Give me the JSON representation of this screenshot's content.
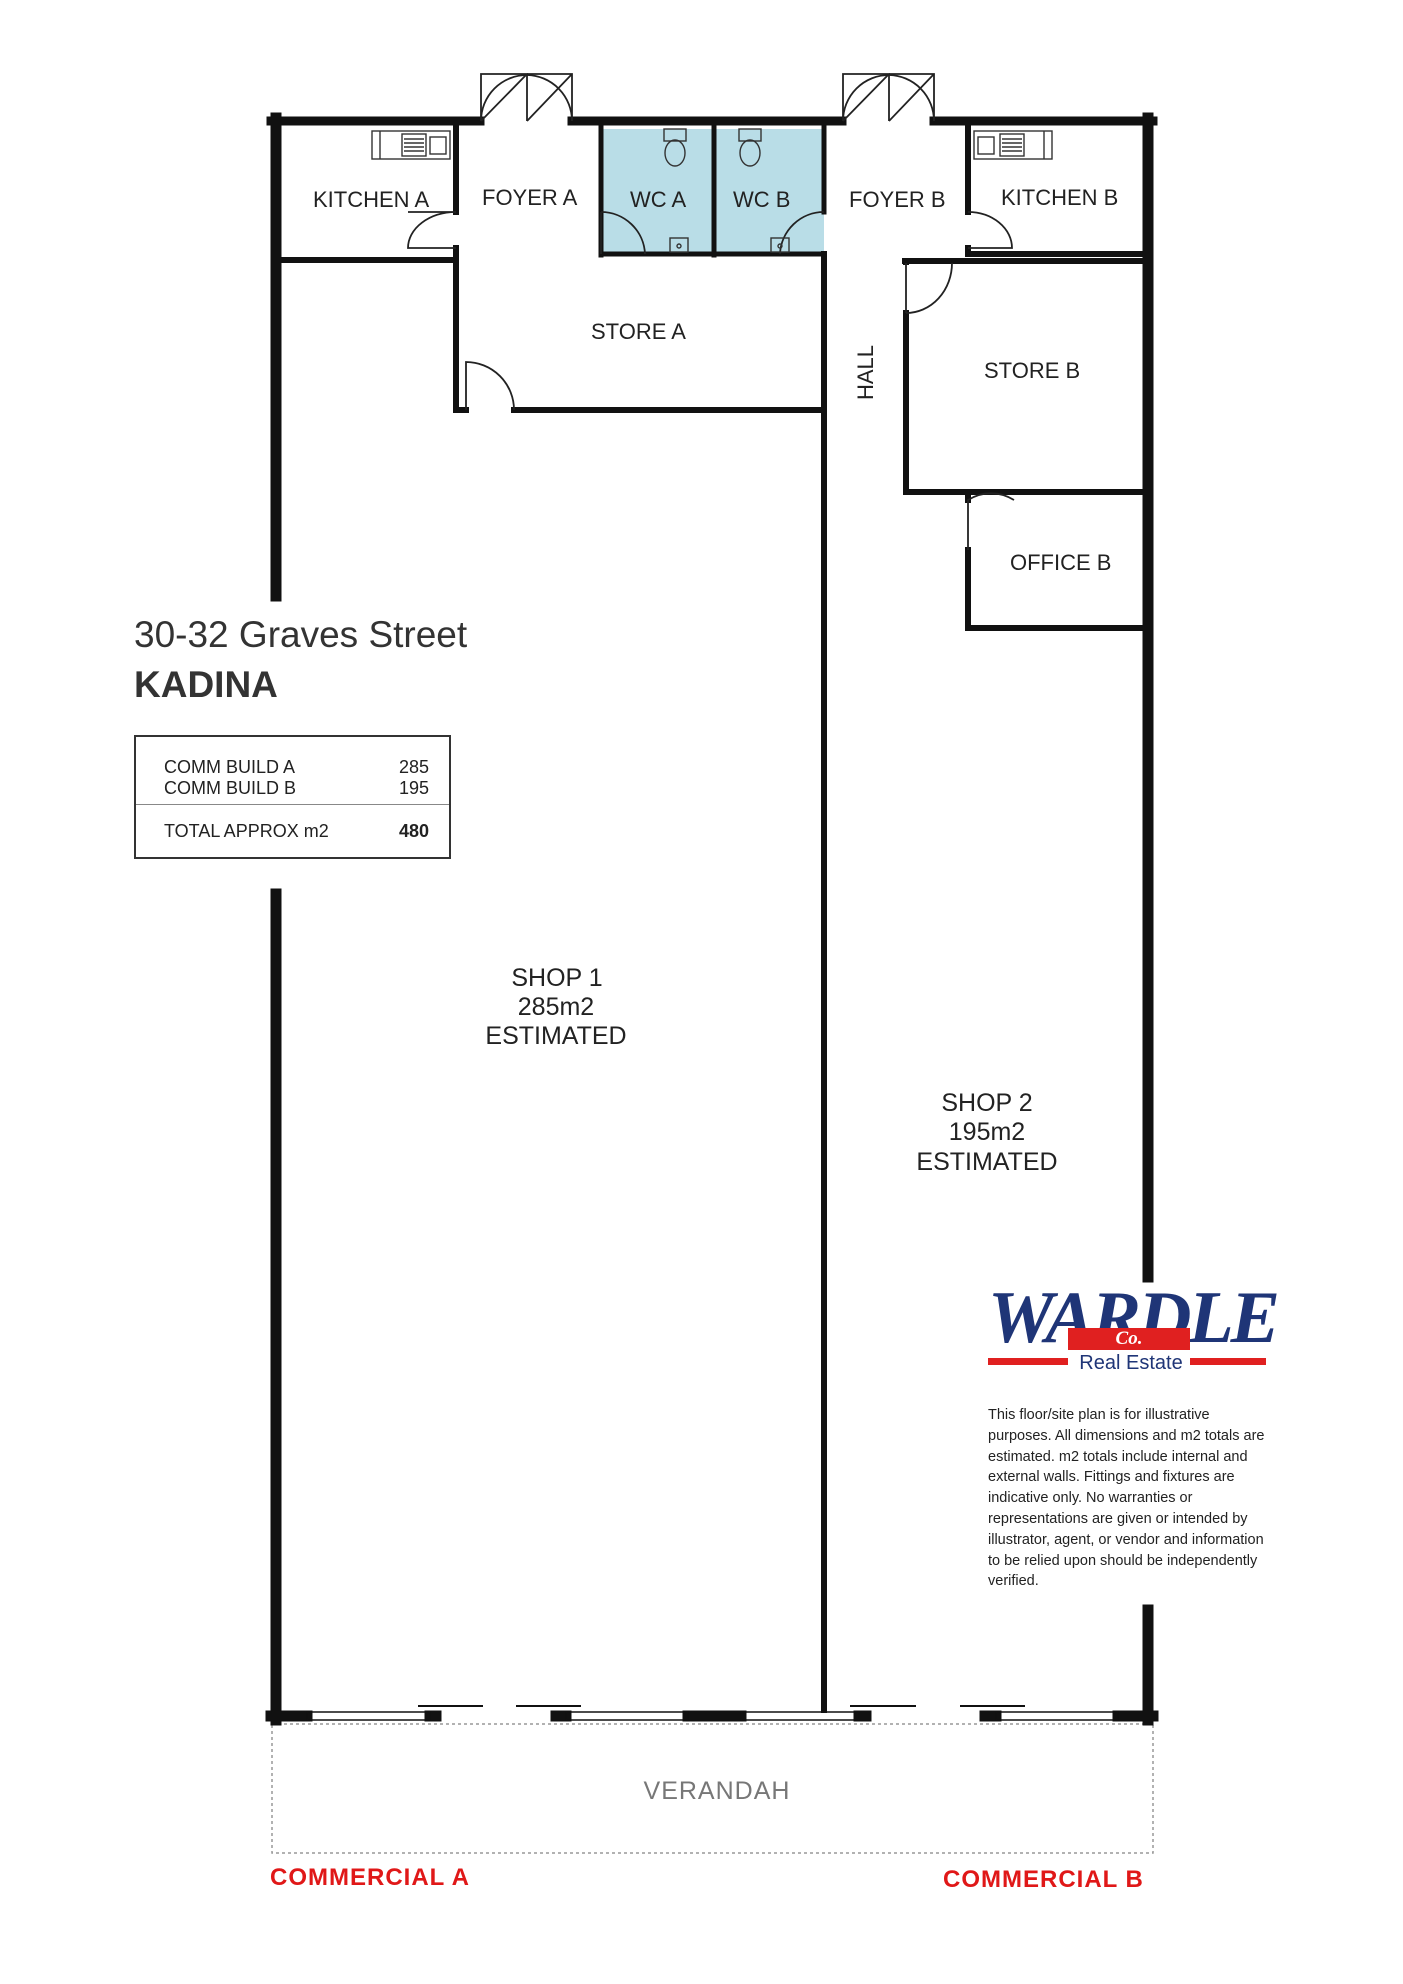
{
  "address": "30-32 Graves Street",
  "town": "KADINA",
  "areas": {
    "rows": [
      {
        "label": "COMM BUILD A",
        "value": "285"
      },
      {
        "label": "COMM BUILD B",
        "value": "195"
      }
    ],
    "total_label": "TOTAL APPROX m2",
    "total_value": "480"
  },
  "rooms": {
    "kitchen_a": "KITCHEN A",
    "foyer_a": "FOYER A",
    "wc_a": "WC A",
    "wc_b": "WC B",
    "foyer_b": "FOYER B",
    "kitchen_b": "KITCHEN B",
    "store_a": "STORE A",
    "hall": "HALL",
    "store_b": "STORE B",
    "office_b": "OFFICE B"
  },
  "shop1": {
    "name": "SHOP 1",
    "area": "285m2",
    "note": "ESTIMATED"
  },
  "shop2": {
    "name": "SHOP 2",
    "area": "195m2",
    "note": "ESTIMATED"
  },
  "verandah": "VERANDAH",
  "labels": {
    "commercial_a": "COMMERCIAL A",
    "commercial_b": "COMMERCIAL B"
  },
  "logo": {
    "word": "WARDLE",
    "co": "Co.",
    "sub": "Real Estate"
  },
  "disclaimer": "This floor/site plan is for illustrative purposes. All dimensions and m2 totals are estimated. m2 totals include internal and external walls. Fittings and fixtures are indicative only. No warranties or representations are given or intended by illustrator, agent, or vendor and information to be relied upon should be independently verified.",
  "colors": {
    "wall": "#111111",
    "wc_fill": "#b9dde7",
    "accent_red": "#e01818",
    "logo_blue": "#1f3577"
  }
}
